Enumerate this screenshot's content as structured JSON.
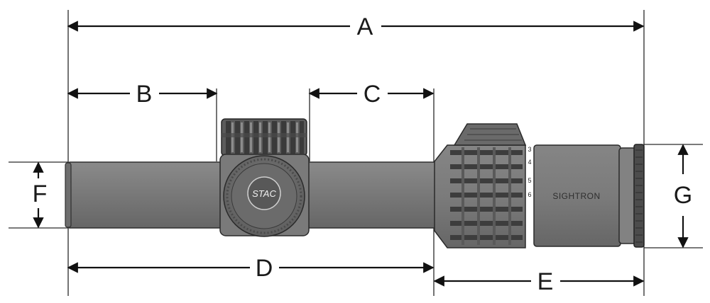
{
  "diagram": {
    "dimension_labels": {
      "a": "A",
      "b": "B",
      "c": "C",
      "d": "D",
      "e": "E",
      "f": "F",
      "g": "G"
    },
    "turret_cap_text": "STAC",
    "brand_text": "SIGHTRON",
    "magnification_marks": [
      "3",
      "4",
      "5",
      "6"
    ],
    "colors": {
      "scope_body": "#737373",
      "scope_dark": "#3f3f3f",
      "outline": "#2a2a2a",
      "dimension_line": "#111111"
    }
  }
}
